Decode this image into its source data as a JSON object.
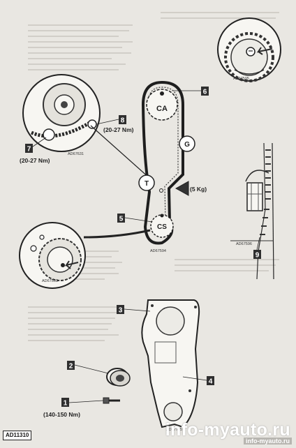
{
  "figure_id": "AD11310",
  "watermark": {
    "main": "info-myauto.ru",
    "small": "info-myauto.ru"
  },
  "callouts": [
    {
      "num": "1",
      "torque": "(140-150 Nm)"
    },
    {
      "num": "2"
    },
    {
      "num": "3"
    },
    {
      "num": "4"
    },
    {
      "num": "5"
    },
    {
      "num": "6"
    },
    {
      "num": "7",
      "torque": "(20-27 Nm)"
    },
    {
      "num": "8",
      "torque": "(20-27 Nm)"
    },
    {
      "num": "9"
    }
  ],
  "pulleys": {
    "ca": "CA",
    "cs": "CS",
    "g": "G",
    "t": "T"
  },
  "tension_note": "(5 Kg)",
  "sub_figure_refs": [
    "AD67595",
    "AD67631",
    "AD67594",
    "AD67596",
    "AD67593",
    "AD67795"
  ]
}
